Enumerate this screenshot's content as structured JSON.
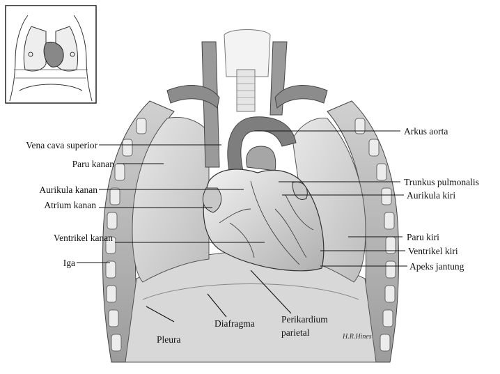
{
  "labels": {
    "vena_cava_superior": "Vena cava superior",
    "paru_kanan": "Paru kanan",
    "aurikula_kanan": "Aurikula kanan",
    "atrium_kanan": "Atrium kanan",
    "ventrikel_kanan": "Ventrikel kanan",
    "iga": "Iga",
    "pleura": "Pleura",
    "diafragma": "Diafragma",
    "perikardium_line1": "Perikardium",
    "perikardium_line2": "parietal",
    "arkus_aorta": "Arkus aorta",
    "trunkus_pulmonalis": "Trunkus pulmonalis",
    "aurikula_kiri": "Aurikula kiri",
    "paru_kiri": "Paru kiri",
    "ventrikel_kiri": "Ventrikel kiri",
    "apeks_jantung": "Apeks jantung"
  },
  "signature": "H.R.Hines",
  "colors": {
    "line": "#111111",
    "tissue_dark": "#8a8a8a",
    "tissue_mid": "#b9b9b9",
    "tissue_light": "#dcdcdc",
    "background": "#ffffff"
  }
}
